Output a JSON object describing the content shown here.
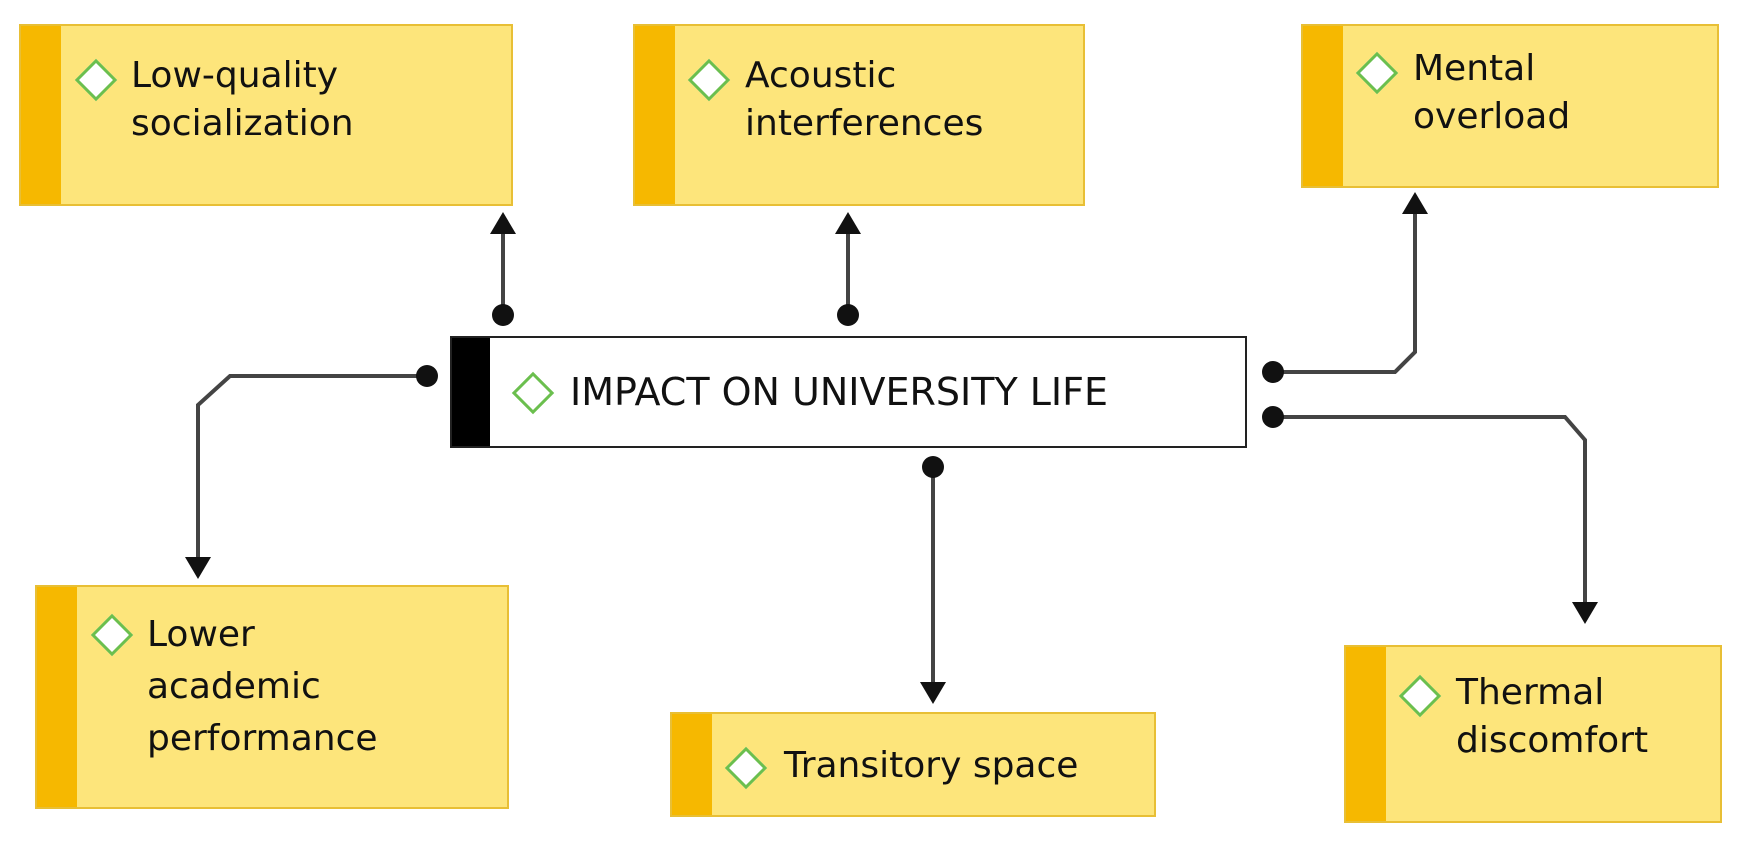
{
  "central": {
    "label": "IMPACT ON UNIVERSITY LIFE"
  },
  "nodes": {
    "low_quality_socialization": "Low-quality\nsocialization",
    "acoustic_interferences": "Acoustic\ninterferences",
    "mental_overload": "Mental\noverload",
    "lower_academic_performance": "Lower\nacademic\nperformance",
    "transitory_space": "Transitory space",
    "thermal_discomfort": "Thermal\ndiscomfort"
  },
  "colors": {
    "node_fill": "#FDE57B",
    "node_stripe": "#F6B800",
    "diamond_outline": "#6BBF4E",
    "central_stripe": "#000000",
    "connector": "#444444"
  },
  "icons": {
    "node_marker": "diamond-icon",
    "connector_start": "dot-icon",
    "connector_end": "arrowhead-icon"
  }
}
